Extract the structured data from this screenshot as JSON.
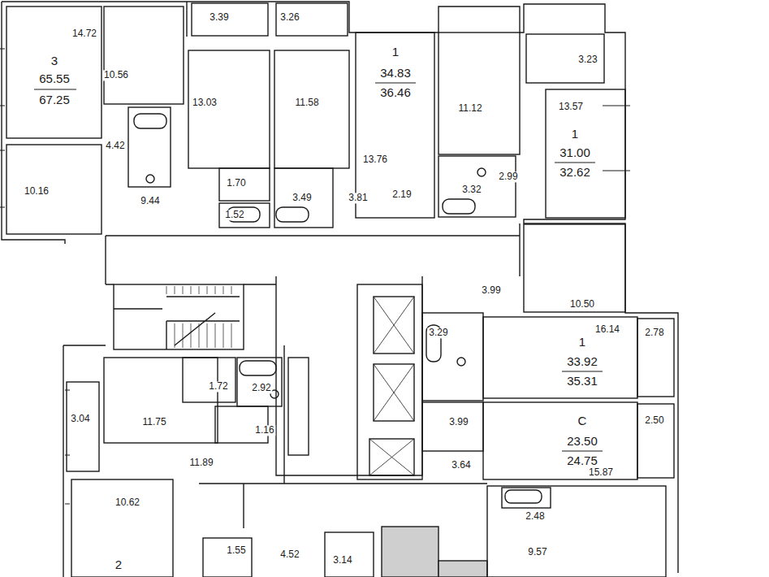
{
  "diagram": {
    "labels": [
      "14.72",
      "3",
      "65.55",
      "67.25",
      "10.56",
      "4.42",
      "10.16",
      "9.44",
      "3.39",
      "3.26",
      "13.03",
      "11.58",
      "1.70",
      "3.49",
      "1.52",
      "1",
      "34.83",
      "36.46",
      "13.76",
      "3.81",
      "2.19",
      "11.12",
      "3.32",
      "2.99",
      "3.23",
      "13.57",
      "1",
      "31.00",
      "32.62",
      "3.99",
      "10.50",
      "3.29",
      "16.14",
      "2.78",
      "1",
      "33.92",
      "35.31",
      "3.04",
      "11.75",
      "1.72",
      "2.92",
      "1.16",
      "3.99",
      "C",
      "23.50",
      "24.75",
      "2.50",
      "11.89",
      "3.64",
      "15.87",
      "10.62",
      "2.48",
      "9.57",
      "2",
      "1.55",
      "4.52",
      "3.14"
    ]
  }
}
